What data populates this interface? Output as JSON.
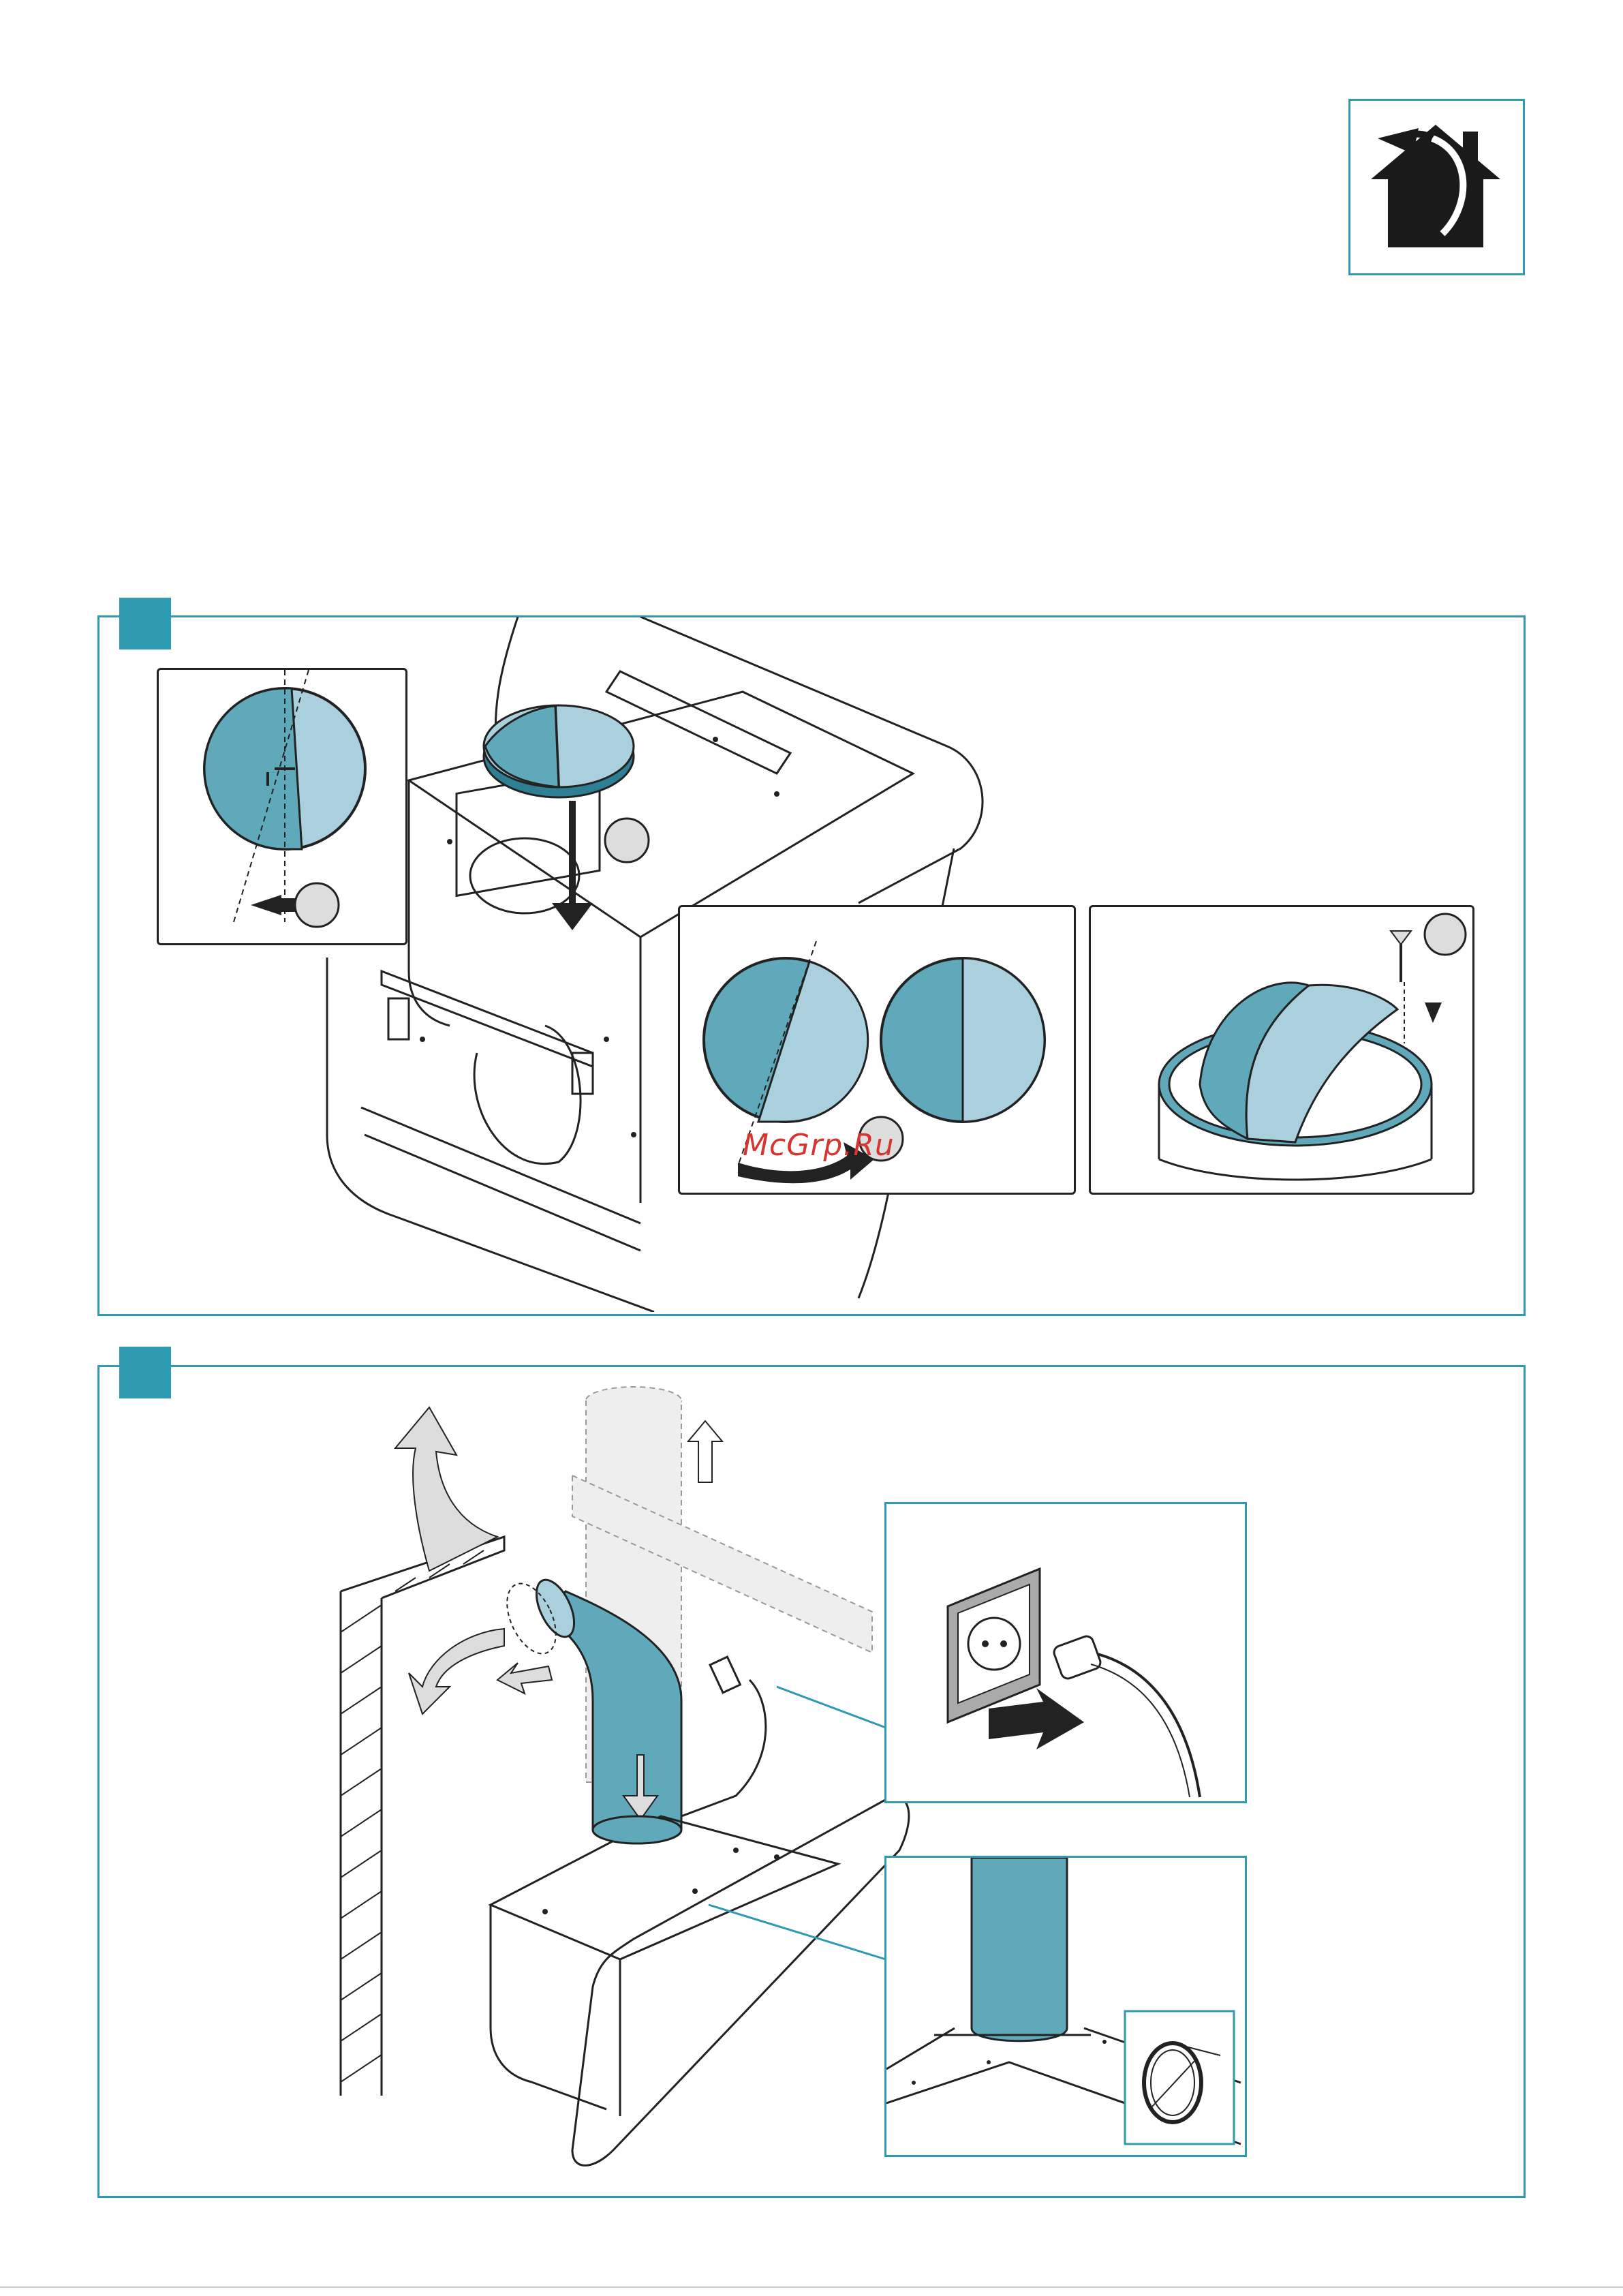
{
  "watermark": "McGrp.Ru",
  "icon": {
    "name": "recirculation-house-icon",
    "color": "#1a1a1a"
  },
  "colors": {
    "frame": "#2e9bb3",
    "part_fill": "#5fa9bb",
    "part_fill_light": "#a9d0dc"
  },
  "sections": [
    {
      "id": "step-1",
      "insets": [
        "flap-align-inset",
        "flap-rotate-inset",
        "screw-fix-inset"
      ]
    },
    {
      "id": "step-2",
      "insets": [
        "plug-inset",
        "pipe-diameter-inset"
      ]
    }
  ]
}
